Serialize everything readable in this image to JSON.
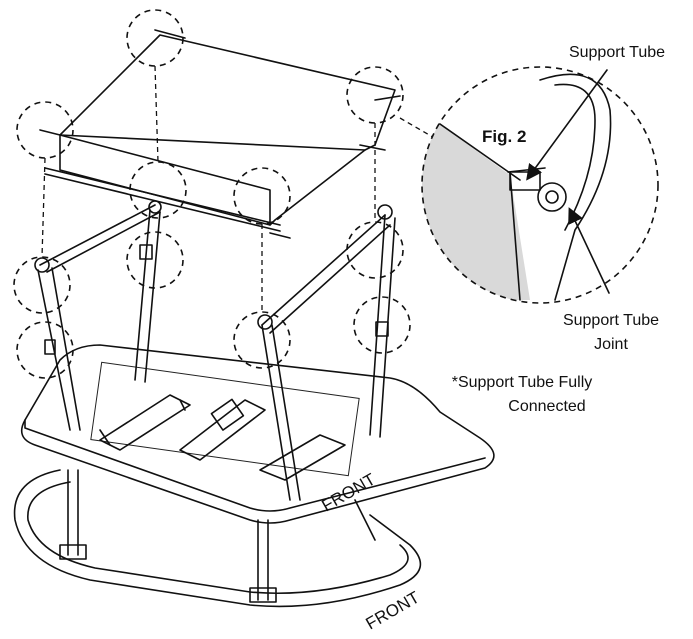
{
  "figure": {
    "fig_label": "Fig. 2",
    "callout_top": "Support Tube",
    "callout_joint_line1": "Support Tube",
    "callout_joint_line2": "Joint",
    "note_line1": "*Support Tube Fully",
    "note_line2": "Connected",
    "front_label_platform": "FRONT",
    "front_label_base": "FRONT"
  }
}
